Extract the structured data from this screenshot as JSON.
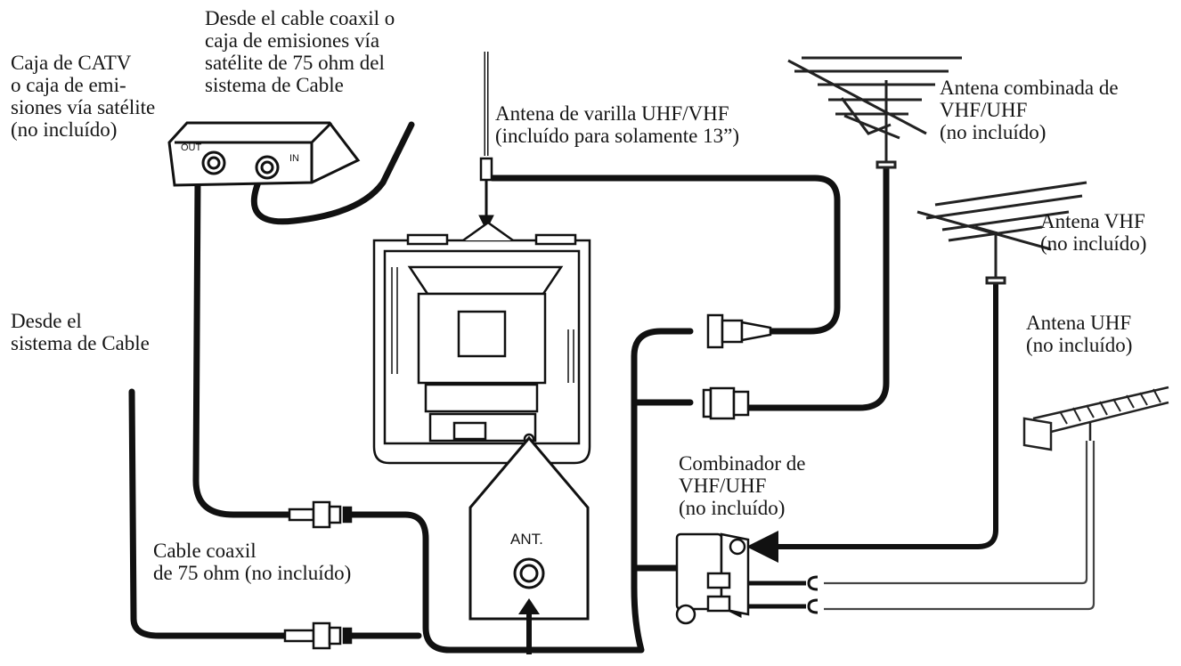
{
  "labels": {
    "catv_box": [
      "Caja de CATV",
      "o caja de emi-",
      "siones vía satélite",
      "(no incluído)"
    ],
    "from_coax": [
      "Desde el cable coaxil o",
      "caja de emisiones vía",
      "satélite de 75 ohm del",
      "sistema de Cable"
    ],
    "rod_antenna": [
      "Antena de varilla UHF/VHF",
      "(incluído para solamente 13”)"
    ],
    "combo_antenna": [
      "Antena combinada de",
      "VHF/UHF",
      "(no incluído)"
    ],
    "vhf_antenna": [
      "Antena VHF",
      "(no incluído)"
    ],
    "uhf_antenna": [
      "Antena UHF",
      "(no incluído)"
    ],
    "from_cable_system": [
      "Desde el",
      "sistema de Cable"
    ],
    "combiner": [
      "Combinador de",
      "VHF/UHF",
      "(no incluído)"
    ],
    "coax_cable": [
      "Cable coaxil",
      "de 75 ohm (no incluído)"
    ]
  },
  "box_ports": {
    "out": "OUT",
    "in": "IN"
  },
  "ant_label": "ANT."
}
